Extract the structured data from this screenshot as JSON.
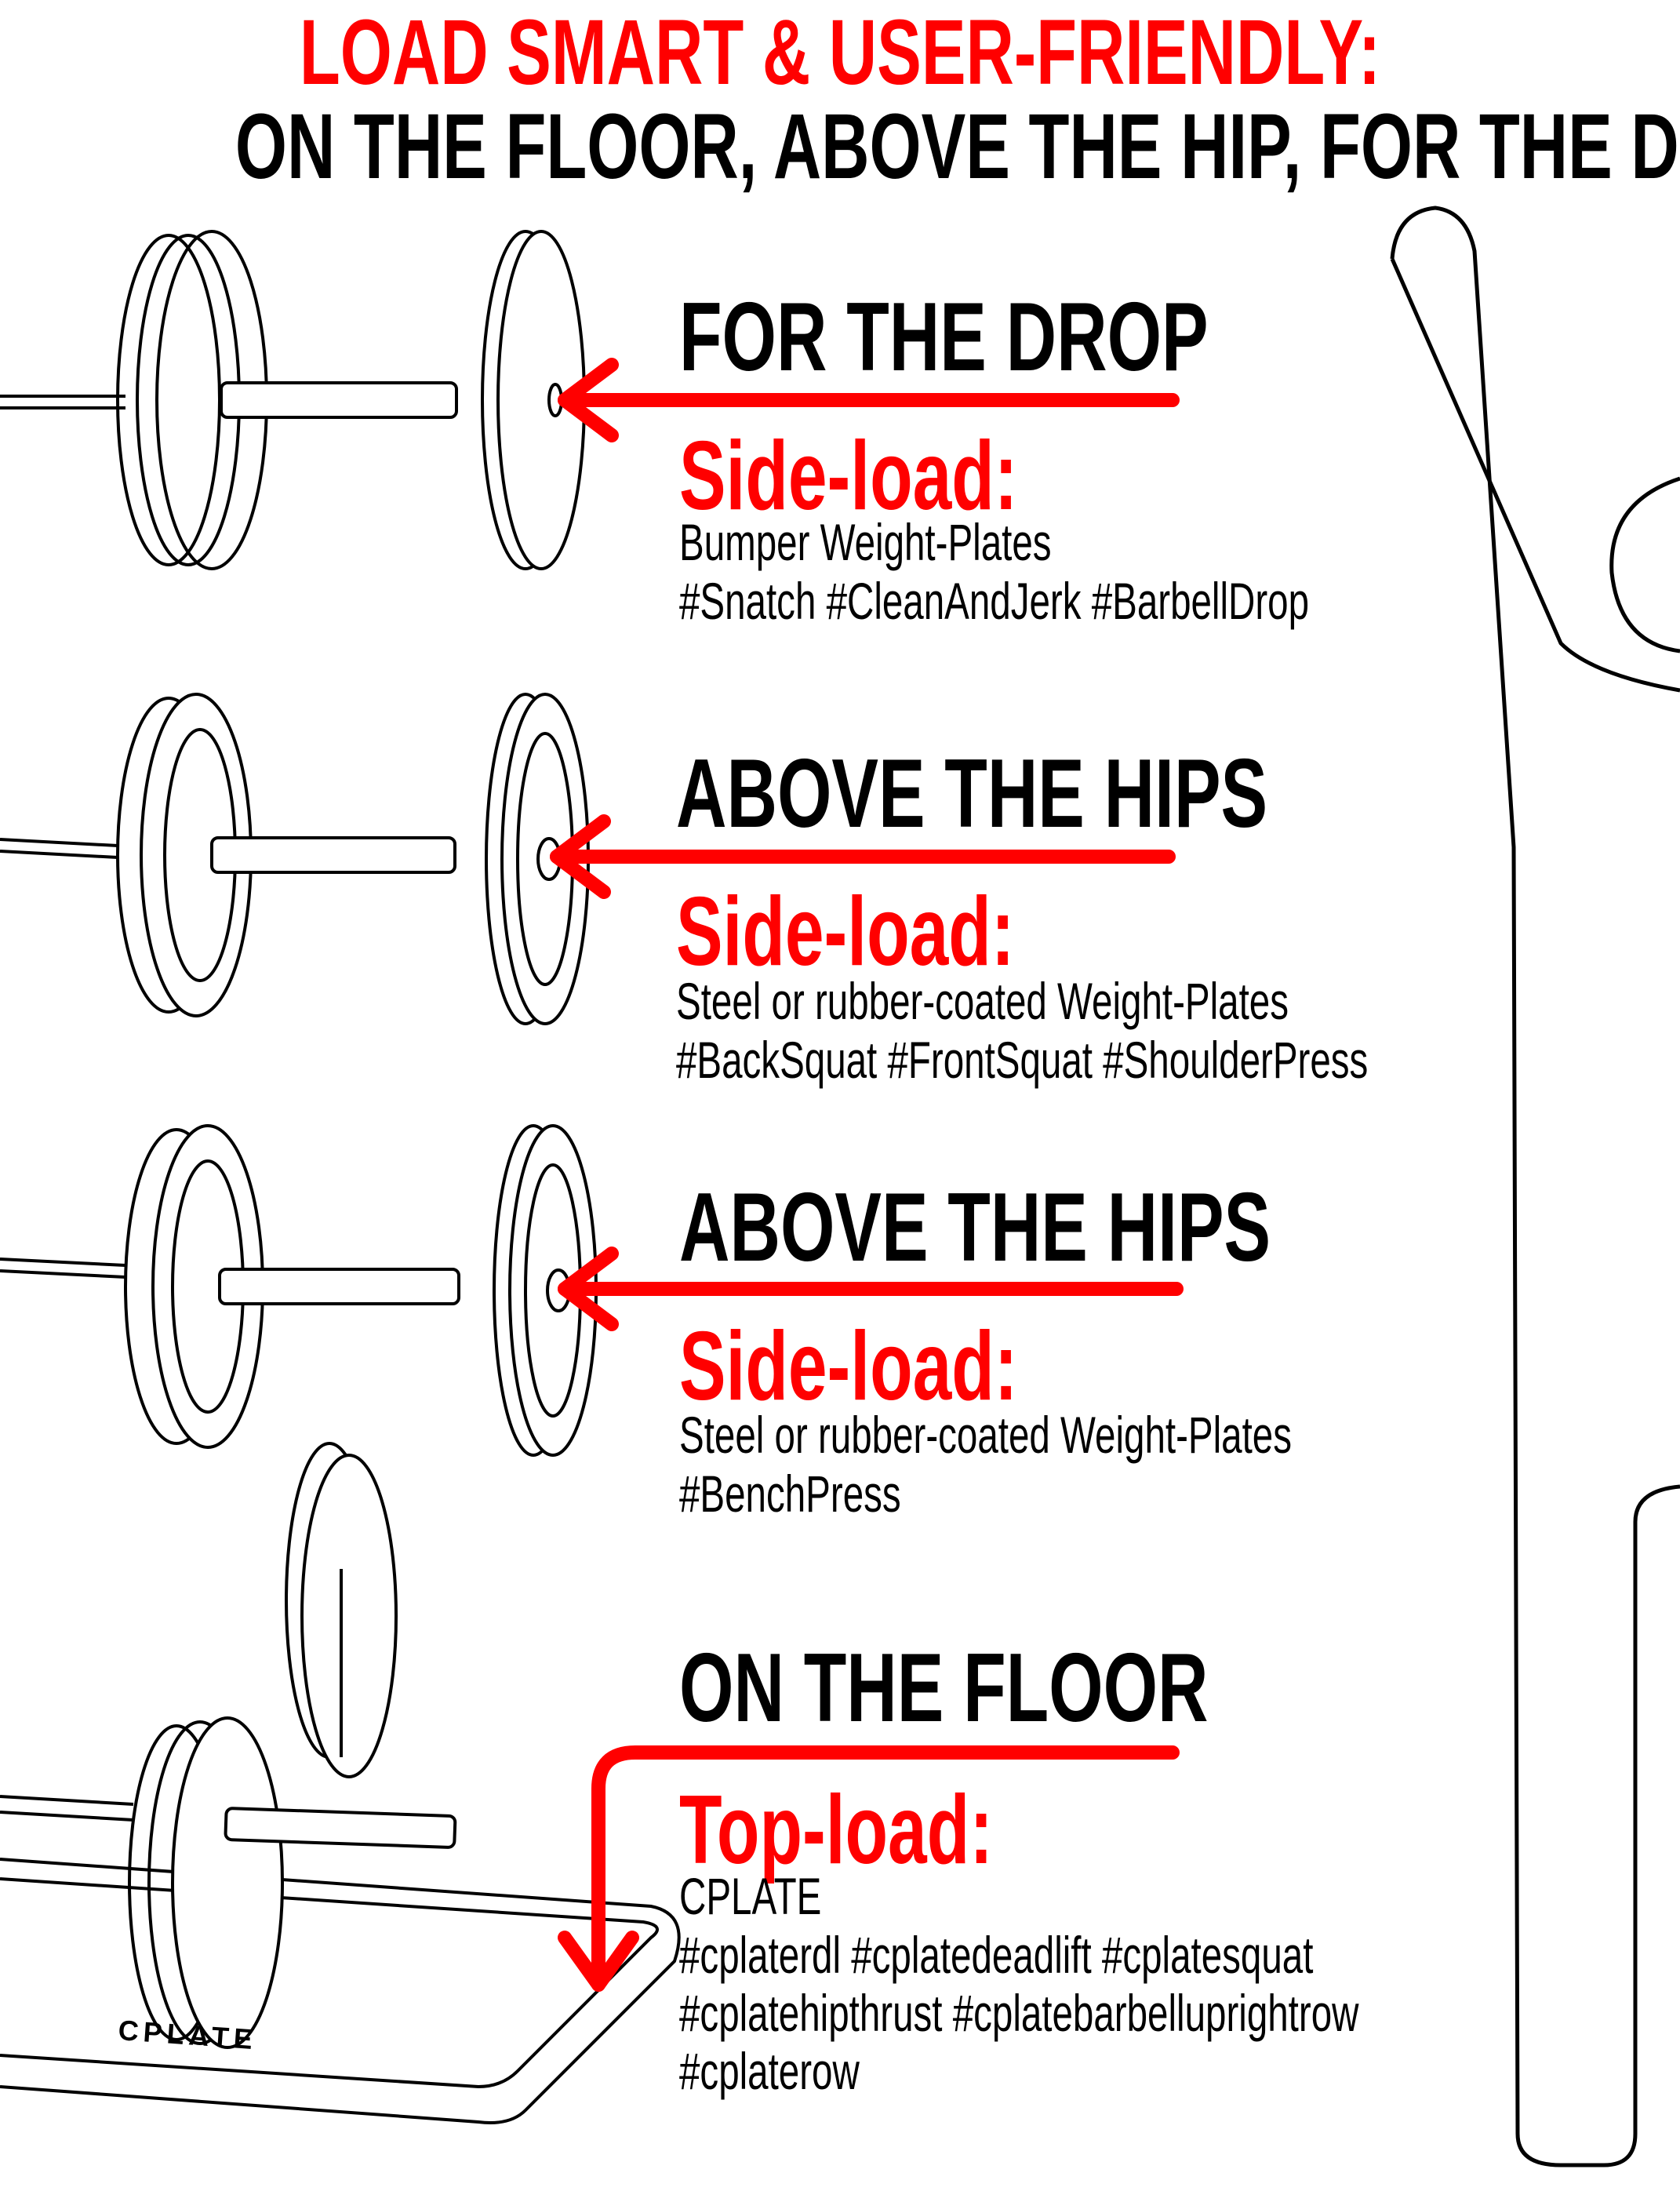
{
  "header": {
    "line1": "LOAD SMART & USER-FRIENDLY:",
    "line2": "ON THE FLOOR, ABOVE THE HIP, FOR THE DROP."
  },
  "sections": [
    {
      "heading": "FOR THE DROP",
      "load_type": "Side-load:",
      "lines": [
        "Bumper Weight-Plates",
        "#Snatch #CleanAndJerk #BarbellDrop"
      ]
    },
    {
      "heading": "ABOVE THE HIPS",
      "load_type": "Side-load:",
      "lines": [
        "Steel or rubber-coated Weight-Plates",
        "#BackSquat #FrontSquat #ShoulderPress"
      ]
    },
    {
      "heading": "ABOVE THE HIPS",
      "load_type": "Side-load:",
      "lines": [
        "Steel or rubber-coated Weight-Plates",
        "#BenchPress"
      ]
    },
    {
      "heading": "ON THE FLOOR",
      "load_type": "Top-load:",
      "lines": [
        "CPLATE",
        "#cplaterdl #cplatedeadlift #cplatesquat",
        "#cplatehipthrust #cplatebarbelluprightrow",
        "#cplaterow"
      ]
    }
  ],
  "logo_text": "CPLATE",
  "colors": {
    "accent": "#ff0000",
    "text": "#000000"
  }
}
